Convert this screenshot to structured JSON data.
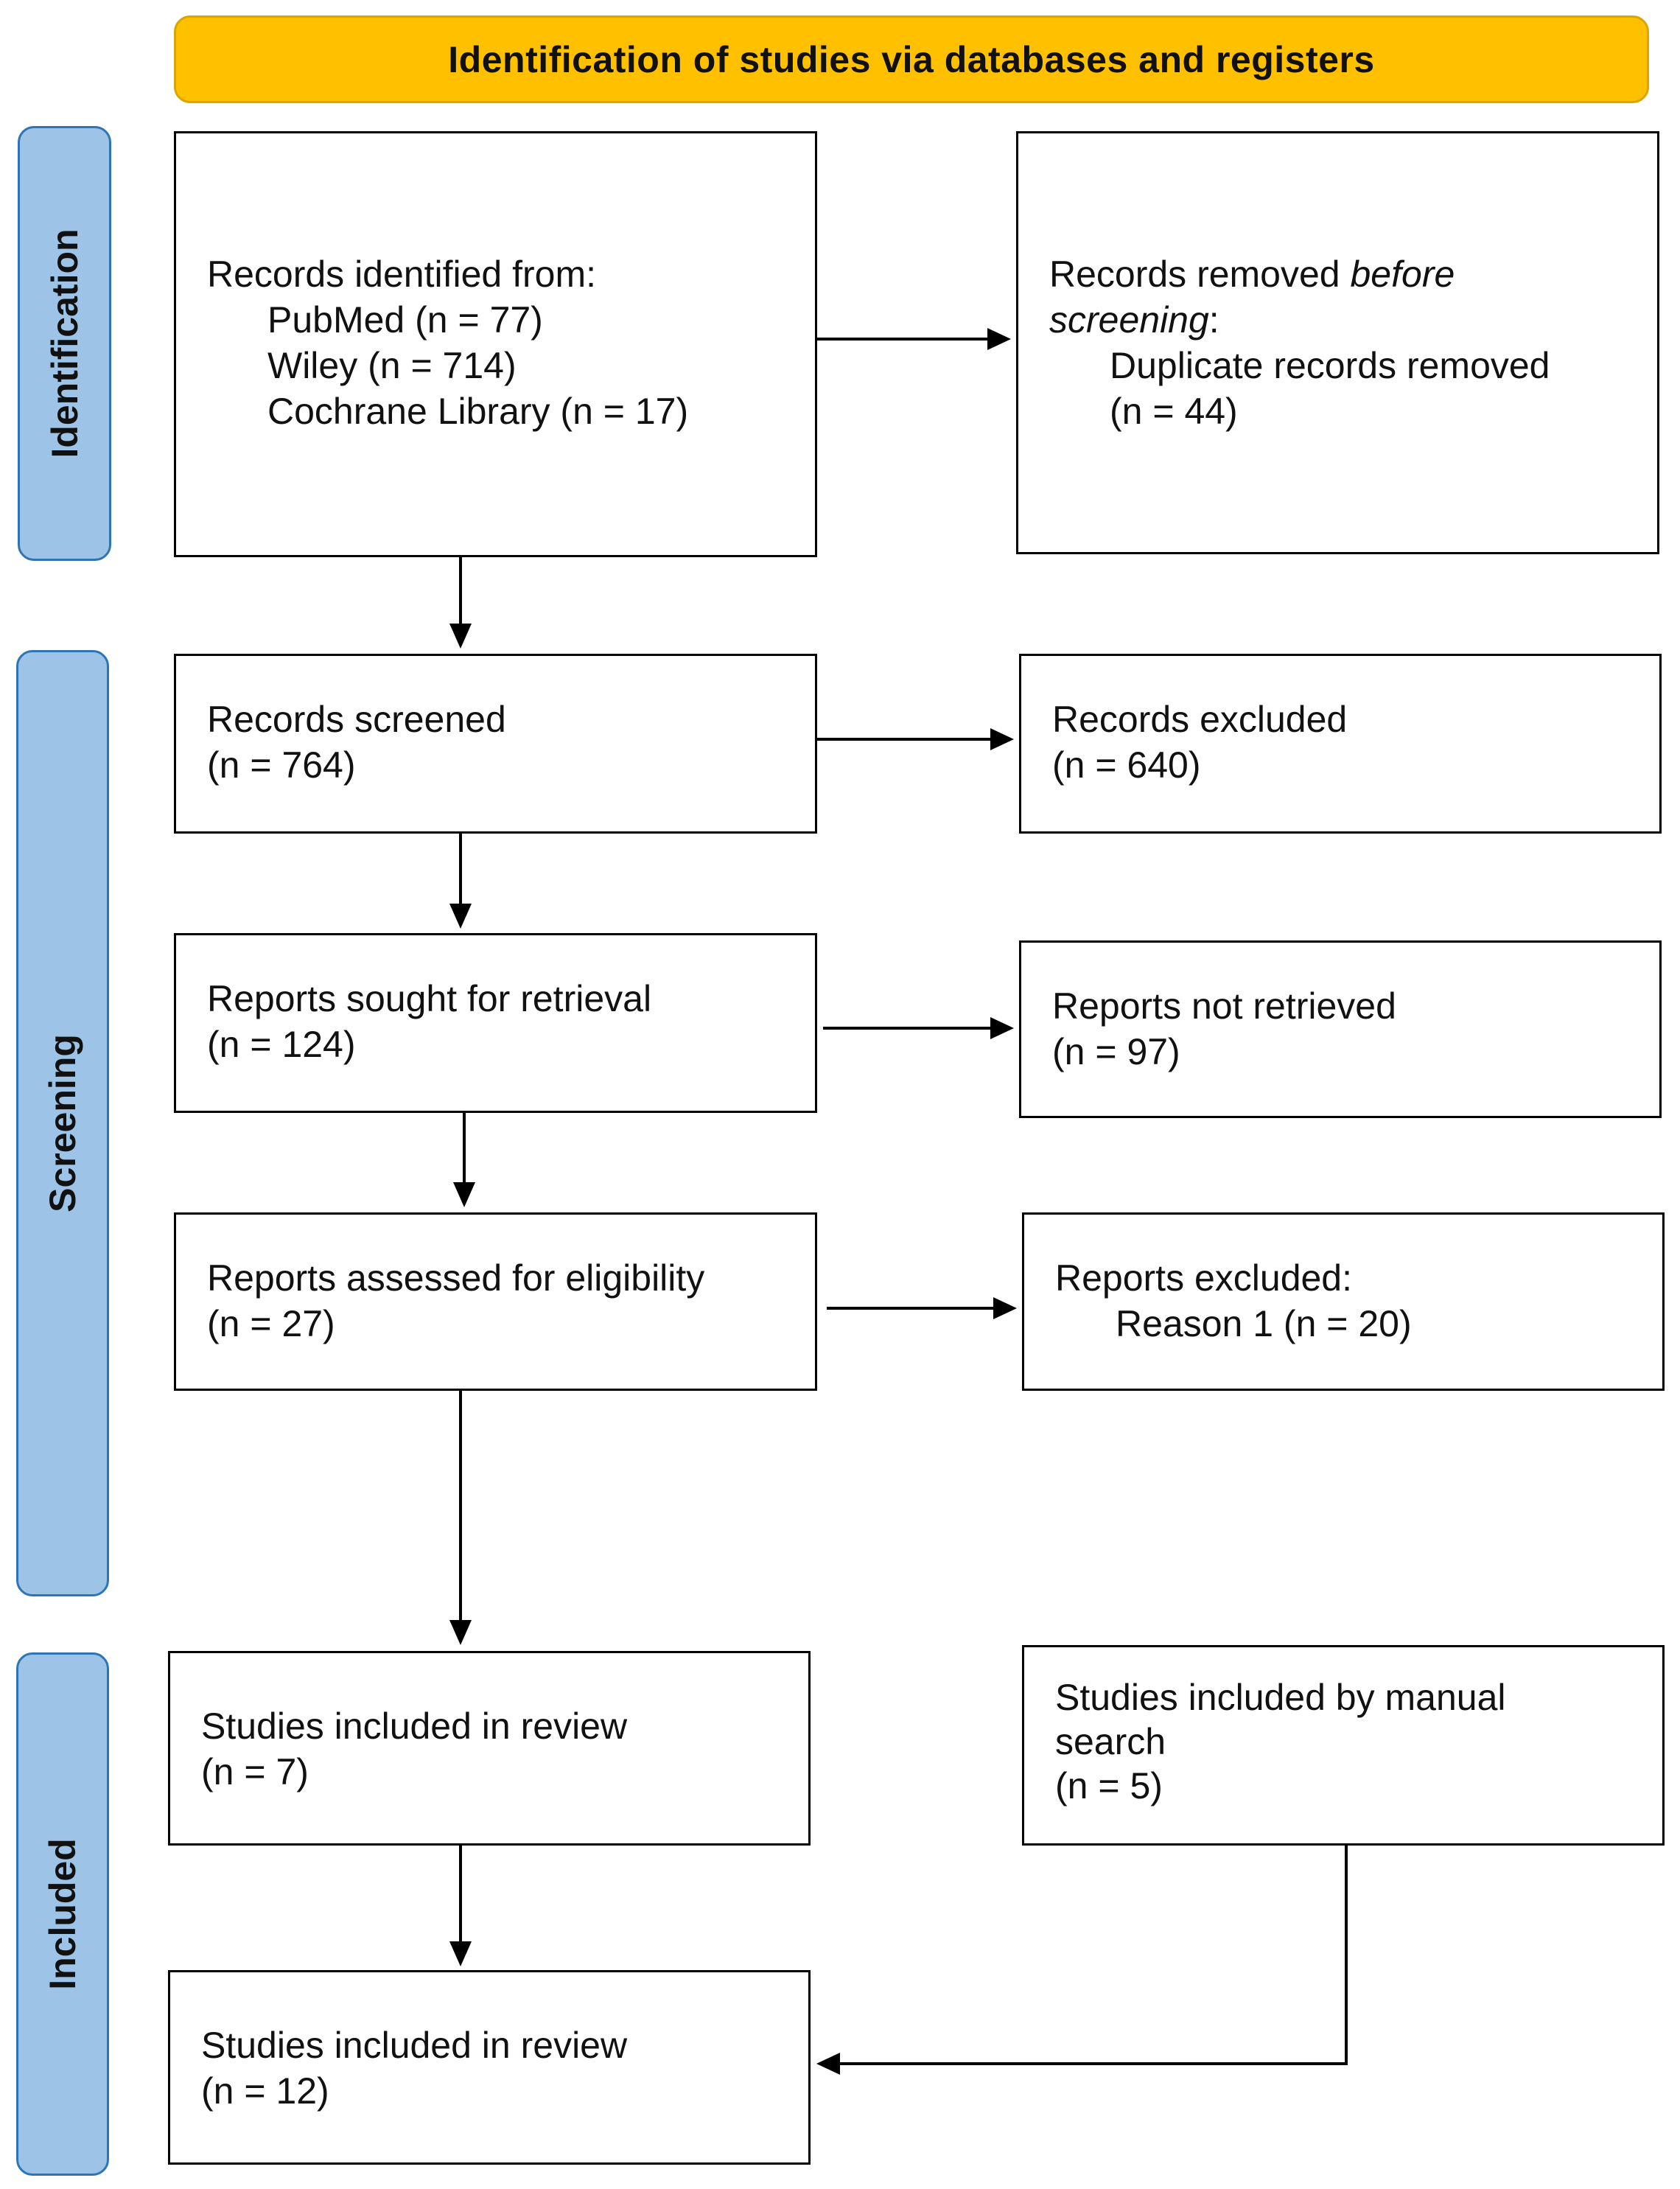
{
  "header": {
    "title": "Identification of studies via databases and registers"
  },
  "phases": {
    "identification": "Identification",
    "screening": "Screening",
    "included": "Included"
  },
  "boxes": {
    "records_identified": {
      "heading": "Records identified from:",
      "sources": [
        "PubMed (n = 77)",
        "Wiley (n = 714)",
        "Cochrane Library (n = 17)"
      ]
    },
    "records_removed": {
      "line1_pre": "Records removed ",
      "line1_italic": "before",
      "line2_italic": "screening",
      "line2_post": ":",
      "detail": "Duplicate records removed",
      "count": "(n = 44)"
    },
    "records_screened": {
      "label": "Records screened",
      "count": "(n = 764)"
    },
    "records_excluded": {
      "label": "Records excluded",
      "count": "(n = 640)"
    },
    "reports_sought": {
      "label": "Reports sought for retrieval",
      "count": "(n = 124)"
    },
    "reports_not_retrieved": {
      "label": "Reports not retrieved",
      "count": "(n = 97)"
    },
    "reports_assessed": {
      "label": "Reports assessed for eligibility",
      "count": "(n = 27)"
    },
    "reports_excluded": {
      "label": "Reports excluded:",
      "reason": "Reason 1 (n = 20)"
    },
    "studies_included_review": {
      "label": "Studies included in review",
      "count": "(n = 7)"
    },
    "studies_manual": {
      "label1": "Studies included by manual",
      "label2": "search",
      "count": "(n = 5)"
    },
    "studies_total": {
      "label": "Studies included in review",
      "count": "(n = 12)"
    }
  }
}
